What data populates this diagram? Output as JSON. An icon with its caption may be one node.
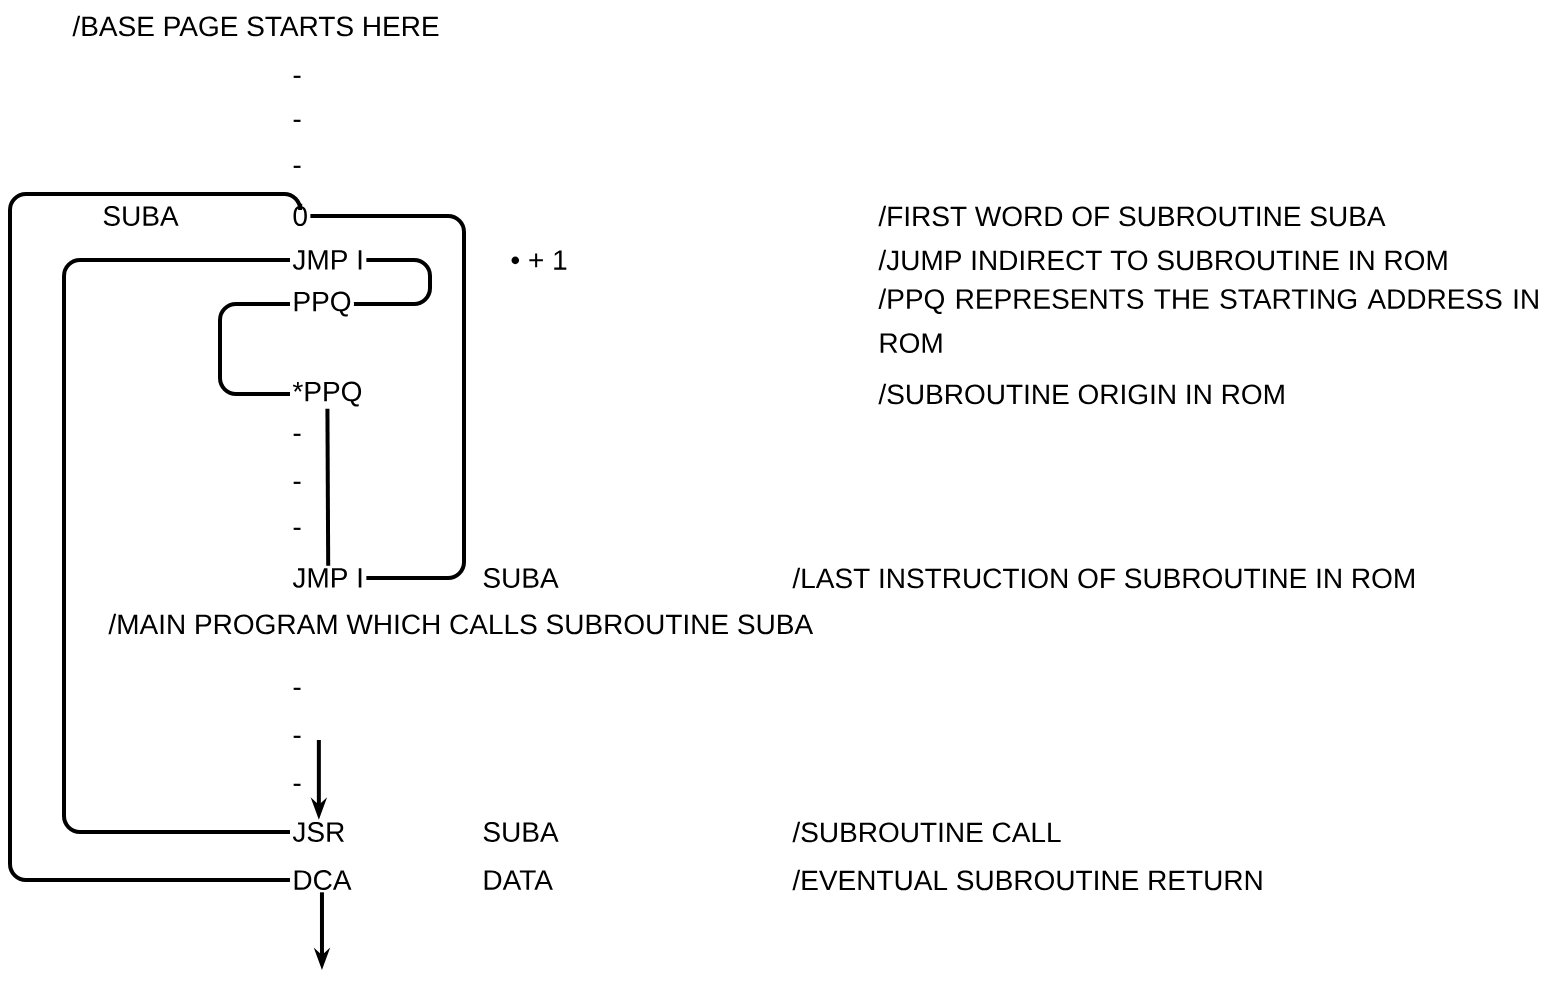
{
  "diagram": {
    "nodes": [
      {
        "text": [
          "0"
        ]
      },
      {
        "text": [
          "JMP I"
        ]
      },
      {
        "text": [
          "PPQ"
        ]
      },
      {
        "text": [
          "*PPQ"
        ]
      },
      {
        "text": [
          "JMP I"
        ]
      },
      {
        "text": [
          "JSR"
        ]
      },
      {
        "text": [
          "DCA"
        ]
      }
    ],
    "edges": [
      {
        "from": null,
        "to": 5,
        "arrow": "to"
      },
      {
        "from": 5,
        "to": 1,
        "arrow": "none"
      },
      {
        "from": 1,
        "to": 2,
        "arrow": "none"
      },
      {
        "from": 2,
        "to": 3,
        "arrow": "none"
      },
      {
        "from": 3,
        "to": 4,
        "arrow": "none"
      },
      {
        "from": 4,
        "to": 0,
        "arrow": "none"
      },
      {
        "from": 0,
        "to": 6,
        "arrow": "none"
      },
      {
        "from": 6,
        "to": null,
        "arrow": "to"
      }
    ],
    "labels": [
      "/BASE PAGE STARTS HERE",
      "-",
      "-",
      "-",
      "SUBA",
      "/FIRST WORD OF SUBROUTINE SUBA",
      "• + 1",
      "/JUMP INDIRECT TO SUBROUTINE IN ROM",
      "/PPQ REPRESENTS THE STARTING ADDRESS IN ROM",
      "/SUBROUTINE ORIGIN IN ROM",
      "-",
      "-",
      "-",
      "SUBA",
      "/LAST INSTRUCTION OF SUBROUTINE IN ROM",
      "/MAIN PROGRAM WHICH CALLS SUBROUTINE SUBA",
      "-",
      "-",
      "-",
      "SUBA",
      "/SUBROUTINE CALL",
      "DATA",
      "/EVENTUAL SUBROUTINE RETURN"
    ]
  }
}
